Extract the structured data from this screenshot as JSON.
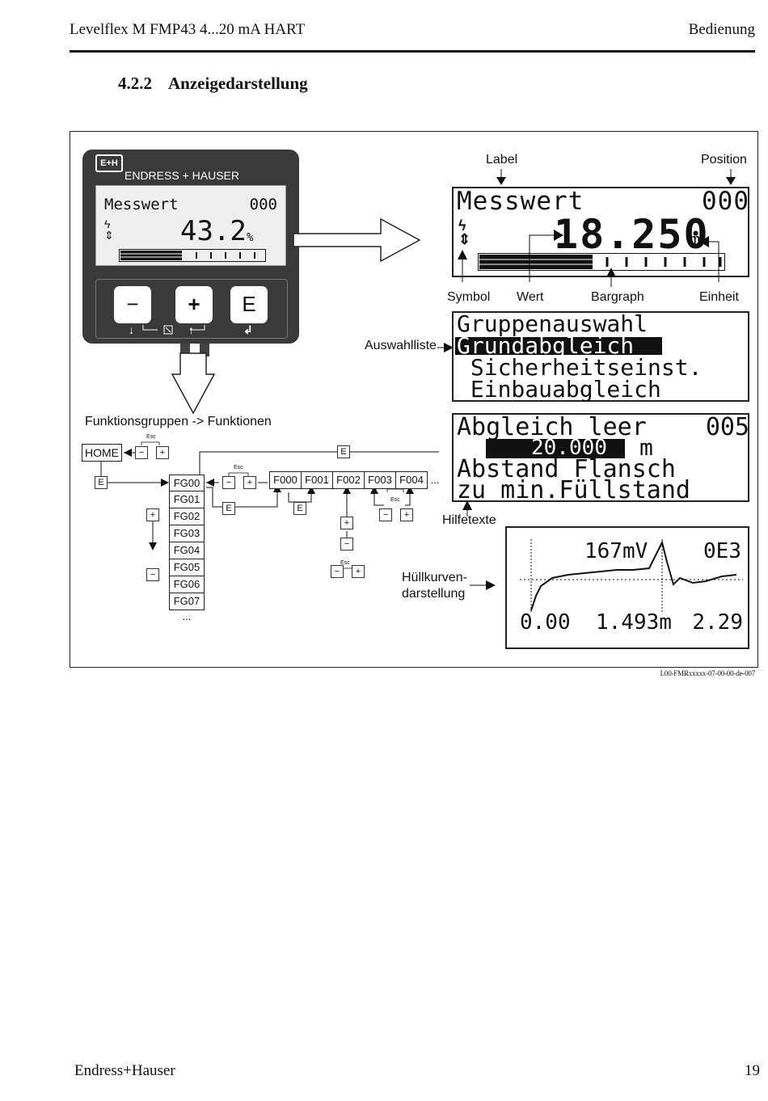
{
  "header": {
    "left": "Levelflex M FMP43  4...20 mA HART",
    "right": "Bedienung"
  },
  "section": {
    "number": "4.2.2",
    "title": "Anzeigedarstellung"
  },
  "device": {
    "brand": "ENDRESS + HAUSER",
    "logo": "E+H",
    "display": {
      "label": "Messwert",
      "position": "000",
      "value": "43.2",
      "unit": "%"
    },
    "keys": [
      "−",
      "+",
      "E"
    ],
    "key_hints": [
      "↓",
      "↑",
      "↲"
    ]
  },
  "main_display": {
    "label": "Messwert",
    "position": "000",
    "value": "18.250",
    "unit": "m",
    "callouts": {
      "label": "Label",
      "position": "Position",
      "symbol": "Symbol",
      "wert": "Wert",
      "bargraph": "Bargraph",
      "einheit": "Einheit"
    }
  },
  "selection_list": {
    "callout": "Auswahlliste",
    "lines": [
      "Gruppenauswahl",
      "Grundabgleich",
      " Sicherheitseinst.",
      " Einbauabgleich"
    ]
  },
  "help_display": {
    "callout": "Hilfetexte",
    "title": "Abgleich leer",
    "position": "005",
    "value": "20.000",
    "unit": "m",
    "lines": [
      "Abstand Flansch",
      "zu min.Füllstand"
    ]
  },
  "envelope": {
    "callout": "Hüllkurven-\ndarstellung",
    "top_value": "167mV",
    "top_right": "0E3",
    "bottom": [
      "0.00",
      "1.493m",
      "2.29"
    ]
  },
  "menu": {
    "title": "Funktionsgruppen -> Funktionen",
    "home": "HOME",
    "esc": "Esc",
    "key_e": "E",
    "key_plus": "+",
    "key_minus": "−",
    "groups": [
      "FG00",
      "FG01",
      "FG02",
      "FG03",
      "FG04",
      "FG05",
      "FG06",
      "FG07"
    ],
    "functions": [
      "F000",
      "F001",
      "F002",
      "F003",
      "F004"
    ],
    "more": "..."
  },
  "figure_code": "L00-FMRxxxxx-07-00-00-de-007",
  "footer": {
    "left": "Endress+Hauser",
    "right": "19"
  }
}
